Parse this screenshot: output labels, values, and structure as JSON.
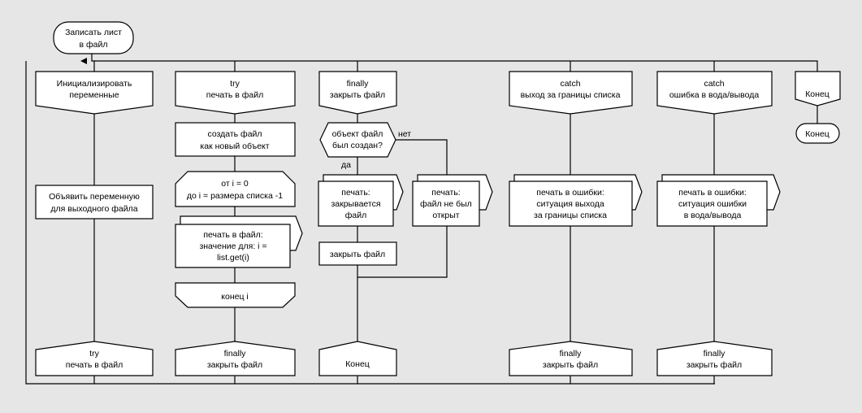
{
  "start": [
    "Записать лист",
    "в файл"
  ],
  "columns": [
    {
      "header": [
        "Инициализировать",
        "переменные"
      ],
      "body": [
        [
          "Объявить переменную",
          "для выходного файла"
        ]
      ],
      "footer": [
        "try",
        "печать в файл"
      ]
    },
    {
      "header": [
        "try",
        "печать в файл"
      ],
      "create": [
        "создать файл",
        "как новый объект"
      ],
      "loop_start": [
        "от i = 0",
        "до i = размера списка -1"
      ],
      "print": [
        "печать в файл:",
        "значение для: i =",
        "list.get(i)"
      ],
      "loop_end": "конец i",
      "footer": [
        "finally",
        "закрыть файл"
      ]
    },
    {
      "header": [
        "finally",
        "закрыть файл"
      ],
      "question": [
        "объект файл",
        "был создан?"
      ],
      "yes": "да",
      "no": "нет",
      "print_yes": [
        "печать:",
        "закрывается",
        "файл"
      ],
      "print_no": [
        "печать:",
        "файл не был",
        "открыт"
      ],
      "close": "закрыть файл",
      "footer": "Конец"
    },
    {
      "header": [
        "catch",
        "выход за границы списка"
      ],
      "print": [
        "печать в ошибки:",
        "ситуация выхода",
        "за границы списка"
      ],
      "footer": [
        "finally",
        "закрыть файл"
      ]
    },
    {
      "header": [
        "catch",
        "ошибка в вода/вывода"
      ],
      "print": [
        "печать в ошибки:",
        "ситуация ошибки",
        "в вода/вывода"
      ],
      "footer": [
        "finally",
        "закрыть файл"
      ]
    },
    {
      "header": "Конец",
      "terminal": "Конец"
    }
  ]
}
